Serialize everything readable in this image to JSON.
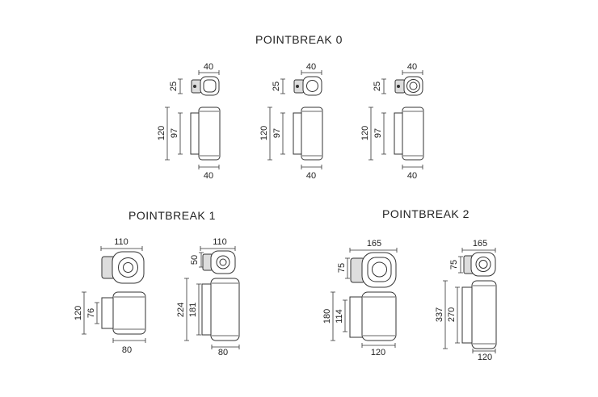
{
  "groups": [
    {
      "title": "POINTBREAK 0",
      "units": [
        {
          "width_top": "40",
          "depth": "25",
          "height_total": "120",
          "height_body": "97",
          "width_bottom": "40"
        },
        {
          "width_top": "40",
          "depth": "25",
          "height_total": "120",
          "height_body": "97",
          "width_bottom": "40"
        },
        {
          "width_top": "40",
          "depth": "25",
          "height_total": "120",
          "height_body": "97",
          "width_bottom": "40"
        }
      ]
    },
    {
      "title": "POINTBREAK 1",
      "units": [
        {
          "width_top": "110",
          "height_total": "120",
          "height_body": "76",
          "width_bottom": "80"
        },
        {
          "width_top": "110",
          "depth": "50",
          "height_total": "224",
          "height_body": "181",
          "width_bottom": "80"
        }
      ]
    },
    {
      "title": "POINTBREAK 2",
      "units": [
        {
          "width_top": "165",
          "depth": "75",
          "height_total": "180",
          "height_body": "114",
          "width_bottom": "120"
        },
        {
          "width_top": "165",
          "depth": "75",
          "height_total": "337",
          "height_body": "270",
          "width_bottom": "120"
        }
      ]
    }
  ]
}
